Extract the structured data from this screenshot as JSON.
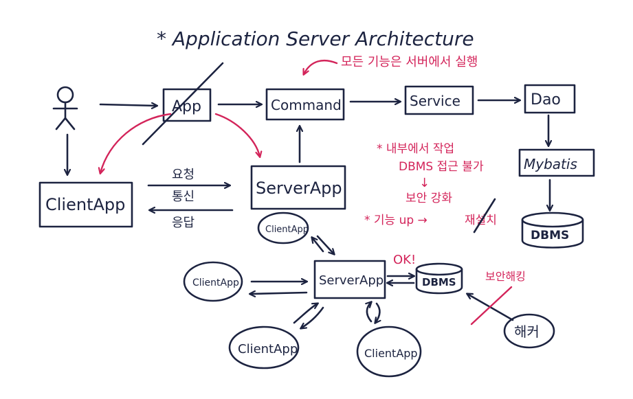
{
  "title": "* Application  Server  Architecture",
  "colors": {
    "ink": "#1c2340",
    "accent": "#d3245a"
  },
  "nodes": {
    "app": "App",
    "command": "Command",
    "service": "Service",
    "dao": "Dao",
    "mybatis": "Mybatis",
    "dbms_top": "DBMS",
    "client_app_left": "ClientApp",
    "server_app_top": "ServerApp",
    "client_app_top_circle": "ClientApp",
    "client_app_left_circle": "ClientApp",
    "server_app_center": "ServerApp",
    "dbms_center": "DBMS",
    "client_app_bottom_left": "ClientApp",
    "client_app_bottom_right": "ClientApp",
    "hacker": "해커"
  },
  "edge_labels": {
    "request": "요청",
    "communication": "통신",
    "response": "응답"
  },
  "notes": {
    "all_functions_on_server": "모든 기능은 서버에서 실행",
    "internal_only": "* 내부에서 작업",
    "dbms_no_access": "DBMS 접근 불가",
    "down_arrow": "↓",
    "security_up": "보안 강화",
    "feature_up": "* 기능 up →",
    "reinstall": "재설치",
    "ok": "OK!",
    "security_breach": "보안해킹"
  }
}
